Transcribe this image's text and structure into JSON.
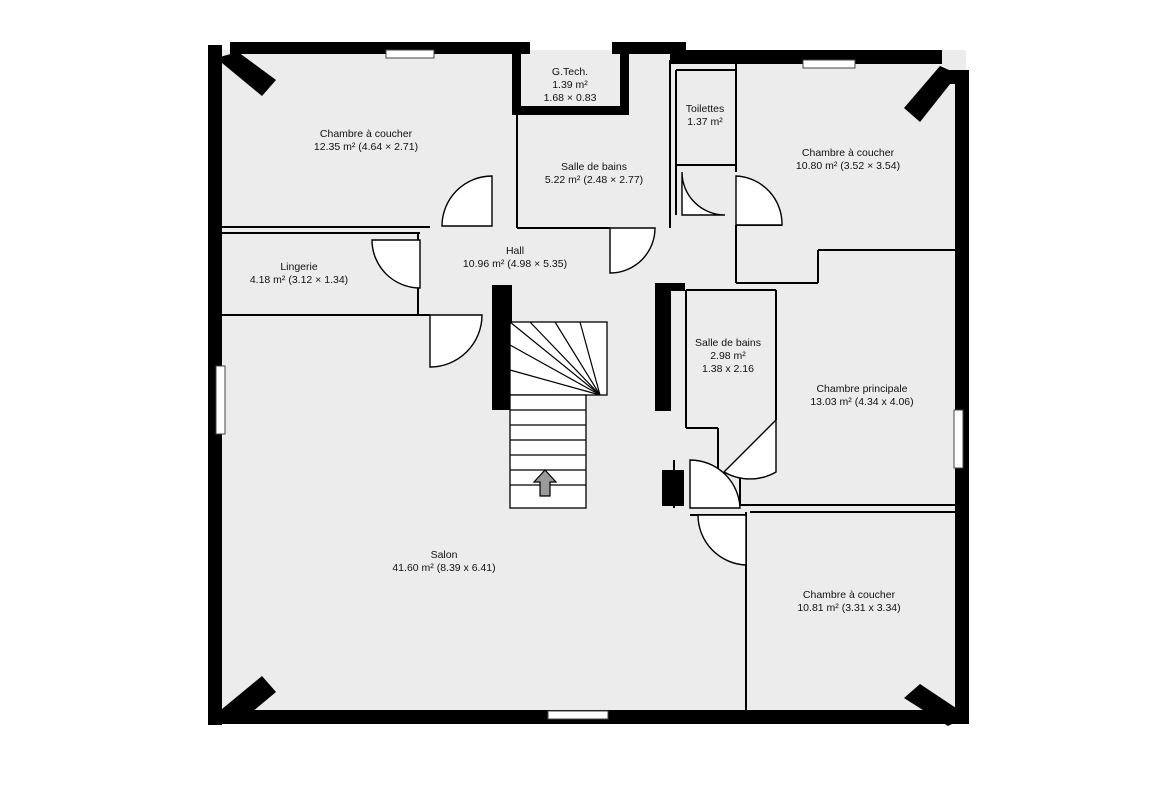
{
  "rooms": [
    {
      "key": "bedroom_nw",
      "lines": [
        "Chambre à coucher",
        "12.35 m² (4.64 × 2.71)"
      ]
    },
    {
      "key": "gtech",
      "lines": [
        "G.Tech.",
        "1.39 m²",
        "1.68 × 0.83"
      ]
    },
    {
      "key": "toilets",
      "lines": [
        "Toilettes",
        "1.37 m²"
      ]
    },
    {
      "key": "bedroom_ne",
      "lines": [
        "Chambre à coucher",
        "10.80 m² (3.52 × 3.54)"
      ]
    },
    {
      "key": "bathroom_n",
      "lines": [
        "Salle de bains",
        "5.22 m² (2.48 × 2.77)"
      ]
    },
    {
      "key": "hall",
      "lines": [
        "Hall",
        "10.96 m² (4.98 × 5.35)"
      ]
    },
    {
      "key": "lingerie",
      "lines": [
        "Lingerie",
        "4.18 m² (3.12 × 1.34)"
      ]
    },
    {
      "key": "bathroom_c",
      "lines": [
        "Salle de bains",
        "2.98 m²",
        "1.38 x 2.16"
      ]
    },
    {
      "key": "master",
      "lines": [
        "Chambre principale",
        "13.03 m² (4.34 x 4.06)"
      ]
    },
    {
      "key": "salon",
      "lines": [
        "Salon",
        "41.60 m² (8.39 x 6.41)"
      ]
    },
    {
      "key": "bedroom_se",
      "lines": [
        "Chambre à coucher",
        "10.81 m² (3.31 x 3.34)"
      ]
    }
  ],
  "colors": {
    "floor": "#ececec",
    "wall": "#000000",
    "background": "#ffffff"
  }
}
